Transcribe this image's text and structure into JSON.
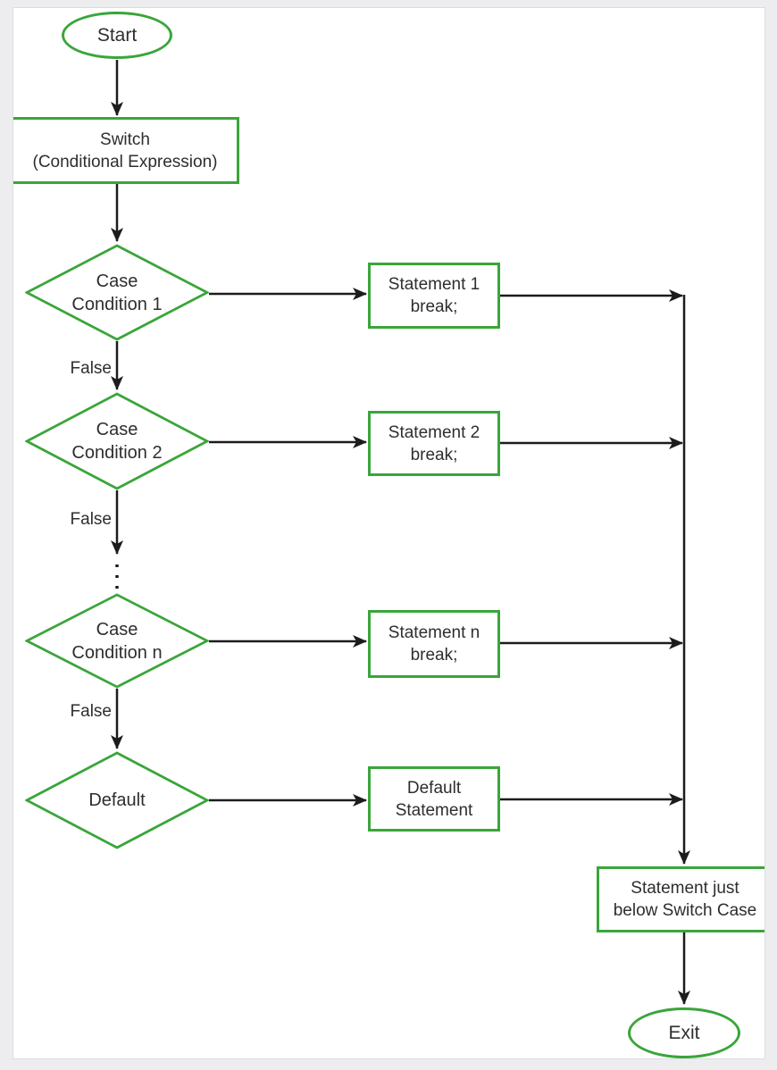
{
  "flowchart": {
    "colors": {
      "node_border": "#3aa53a",
      "arrow": "#1c1c1c",
      "text": "#2e2e2e"
    },
    "start": {
      "label": "Start"
    },
    "switch": {
      "line1": "Switch",
      "line2": "(Conditional Expression)"
    },
    "cases": [
      {
        "cond1": "Case",
        "cond2": "Condition 1",
        "stmt1": "Statement 1",
        "stmt2": "break;",
        "false_label": "False"
      },
      {
        "cond1": "Case",
        "cond2": "Condition 2",
        "stmt1": "Statement 2",
        "stmt2": "break;",
        "false_label": "False"
      },
      {
        "cond1": "Case",
        "cond2": "Condition n",
        "stmt1": "Statement n",
        "stmt2": "break;",
        "false_label": "False"
      }
    ],
    "default_case": {
      "label": "Default",
      "stmt1": "Default",
      "stmt2": "Statement"
    },
    "after_switch": {
      "line1": "Statement just",
      "line2": "below Switch Case"
    },
    "exit": {
      "label": "Exit"
    }
  }
}
